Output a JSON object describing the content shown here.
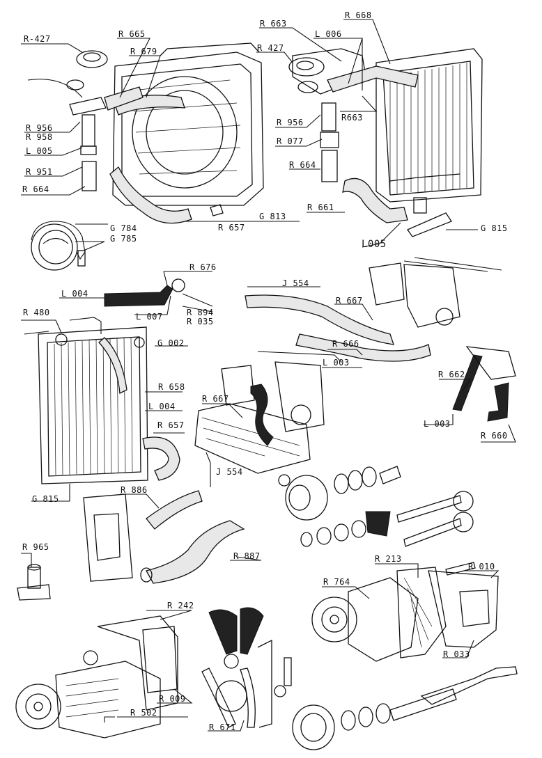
{
  "labels": {
    "r427_top": "R-427",
    "r665": "R 665",
    "r679": "R 679",
    "r956_left": "R 956",
    "r958": "R 958",
    "l005_left": "L 005",
    "r951": "R 951",
    "r664_left": "R 664",
    "r657_top": "R 657",
    "g813": "G 813",
    "r663_top": "R 663",
    "l006": "L 006",
    "r668": "R 668",
    "r427_right": "R 427",
    "r956_right": "R 956",
    "r663_right": "R663",
    "r077": "R 077",
    "r664_right": "R 664",
    "r661": "R 661",
    "g815_top": "G 815",
    "l005_hand": "L005",
    "g784": "G 784",
    "g785": "G 785",
    "r676": "R 676",
    "l004_top": "L 004",
    "l007": "L 007",
    "r894": "R 894",
    "r035": "R 035",
    "j554_top": "J 554",
    "r667_right": "R 667",
    "r480": "R 480",
    "g002": "G 002",
    "r666": "R 666",
    "l003_mid": "L 003",
    "r658": "R 658",
    "l004_mid": "L 004",
    "r662": "R 662",
    "r667_mid": "R 667",
    "r657_mid": "R 657",
    "l003_right": "L 003",
    "r660": "R 660",
    "j554_mid": "J 554",
    "g815_mid": "G 815",
    "r886": "R 886",
    "r965": "R 965",
    "r887": "R 887",
    "r213": "R 213",
    "r010": "R 010",
    "r764": "R 764",
    "r033": "R 033",
    "r242": "R 242",
    "r009": "R 009",
    "r502": "R 502",
    "r671": "R 671"
  }
}
